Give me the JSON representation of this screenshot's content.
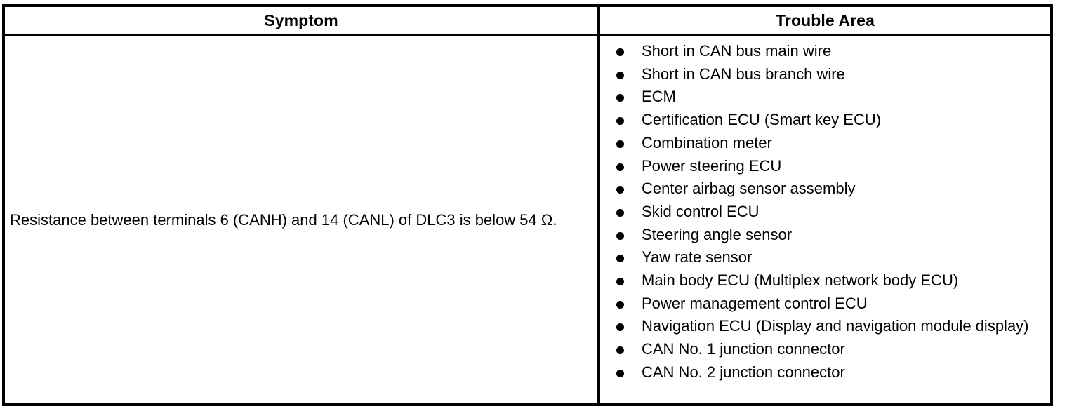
{
  "table": {
    "headers": {
      "symptom": "Symptom",
      "trouble_area": "Trouble Area"
    },
    "row": {
      "symptom": "Resistance between terminals 6 (CANH) and 14 (CANL) of DLC3 is below 54 Ω.",
      "trouble_area_items": [
        "Short in CAN bus main wire",
        "Short in CAN bus branch wire",
        "ECM",
        "Certification ECU (Smart key ECU)",
        "Combination meter",
        "Power steering ECU",
        "Center airbag sensor assembly",
        "Skid control ECU",
        "Steering angle sensor",
        "Yaw rate sensor",
        "Main body ECU (Multiplex network body ECU)",
        "Power management control ECU",
        "Navigation ECU (Display and navigation module display)",
        "CAN No. 1 junction connector",
        "CAN No. 2 junction connector"
      ]
    }
  },
  "colors": {
    "border": "#000000",
    "text": "#000000",
    "background": "#ffffff"
  }
}
